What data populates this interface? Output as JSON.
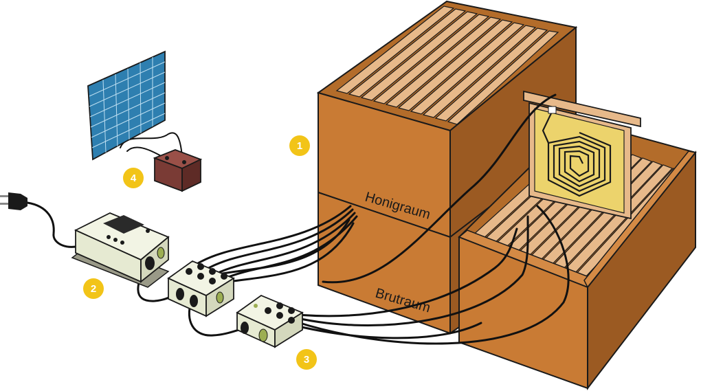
{
  "labels": {
    "honey_super": "Honigraum",
    "brood_box": "Brutraum"
  },
  "markers": [
    {
      "number": "1",
      "target": "beehive"
    },
    {
      "number": "2",
      "target": "controller"
    },
    {
      "number": "3",
      "target": "junction-boxes"
    },
    {
      "number": "4",
      "target": "solar-panel-and-battery"
    }
  ],
  "colors": {
    "wood_light": "#c97b34",
    "wood_dark": "#9b5a22",
    "wood_top": "#b36c2a",
    "frame": "#e7b98a",
    "marker": "#f2c418",
    "panel": "#2e7fb0",
    "battery": "#7a3b35",
    "box": "#e6ead2",
    "cable": "#111111",
    "heater_plate": "#ecd36c"
  },
  "icons": [
    "power-plug-icon"
  ]
}
